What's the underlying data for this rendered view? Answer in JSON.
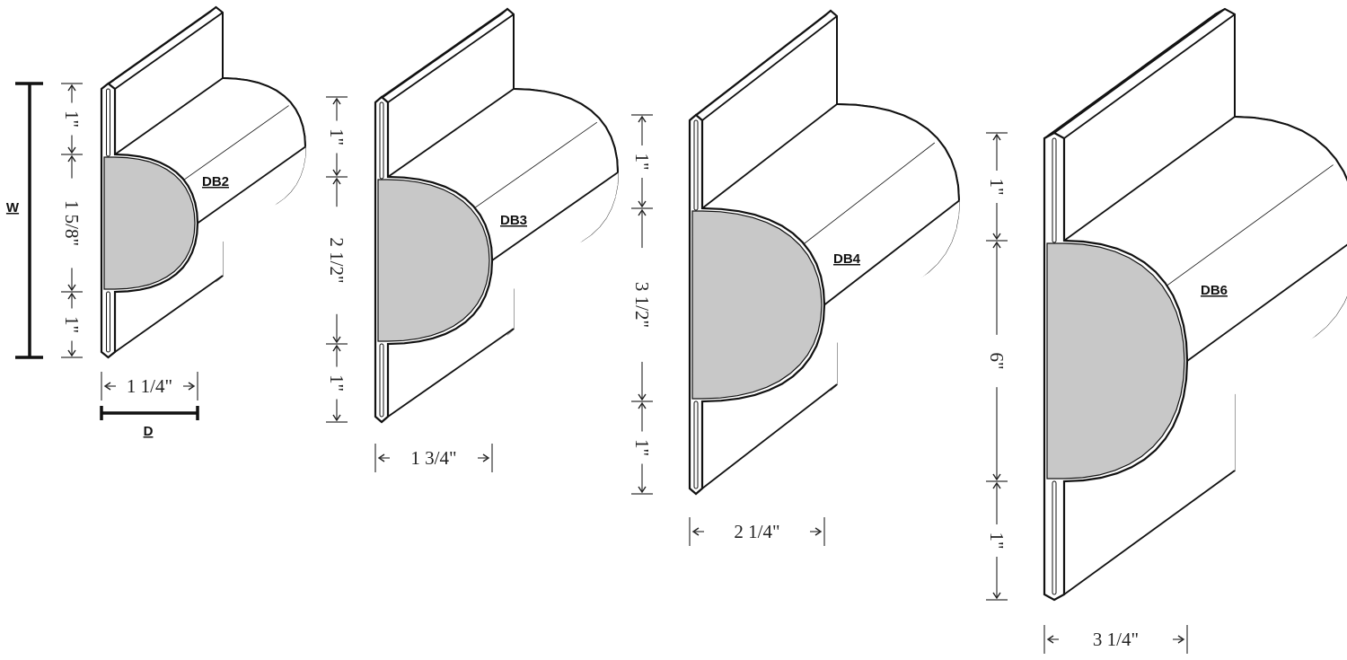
{
  "legend": {
    "width_label": "W",
    "depth_label": "D"
  },
  "colors": {
    "outline": "#111111",
    "section_fill": "#c8c8c8",
    "background": "#ffffff"
  },
  "products": [
    {
      "name": "DB2",
      "dims": {
        "top": "1\"",
        "middle": "1 5/8\"",
        "bottom": "1\"",
        "depth": "1 1/4\""
      }
    },
    {
      "name": "DB3",
      "dims": {
        "top": "1\"",
        "middle": "2 1/2\"",
        "bottom": "1\"",
        "depth": "1 3/4\""
      }
    },
    {
      "name": "DB4",
      "dims": {
        "top": "1\"",
        "middle": "3 1/2\"",
        "bottom": "1\"",
        "depth": "2 1/4\""
      }
    },
    {
      "name": "DB6",
      "dims": {
        "top": "1\"",
        "middle": "6\"",
        "bottom": "1\"",
        "depth": "3 1/4\""
      }
    }
  ]
}
